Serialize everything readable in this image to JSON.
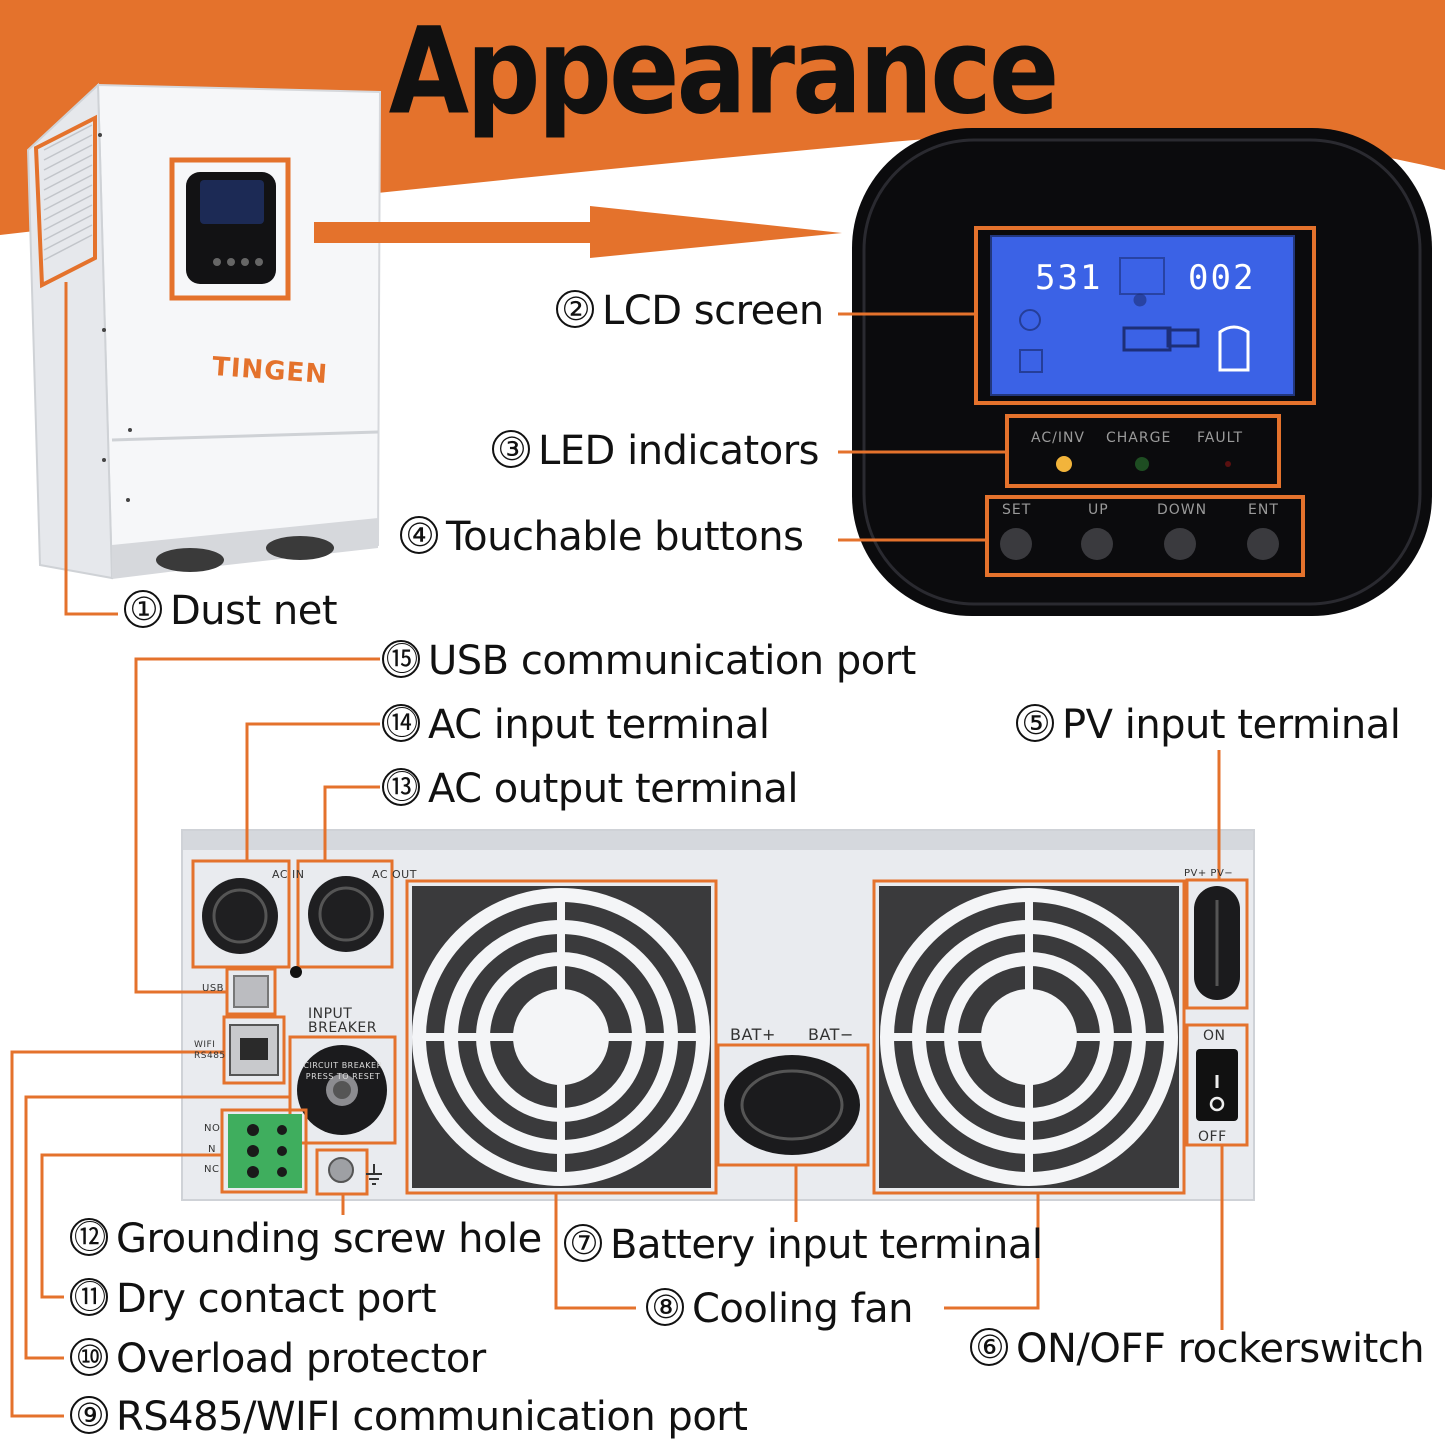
{
  "title": "Appearance",
  "brand": "TINGEN",
  "colors": {
    "accent": "#e4722c",
    "panel": "#0b0b0d",
    "lcd": "#3b62e6",
    "device": "#f4f5f7"
  },
  "lcd": {
    "left_reading": "531",
    "right_reading": "002"
  },
  "led_indicators": [
    "AC/INV",
    "CHARGE",
    "FAULT"
  ],
  "buttons": [
    "SET",
    "UP",
    "DOWN",
    "ENT"
  ],
  "rear_panel": {
    "ac_in": "AC IN",
    "ac_out": "AC OUT",
    "usb": "USB",
    "wifi_rs485": "WIFI RS485",
    "input_breaker": "INPUT BREAKER",
    "breaker_ring": "CIRCUIT BREAKER PRESS TO RESET",
    "dry_contact": [
      "NO",
      "N",
      "NC"
    ],
    "bat_plus": "BAT+",
    "bat_minus": "BAT−",
    "pv": "PV+  PV−",
    "switch_on": "ON",
    "switch_off": "OFF"
  },
  "callouts": [
    {
      "num": "①",
      "text": "Dust net"
    },
    {
      "num": "②",
      "text": "LCD screen"
    },
    {
      "num": "③",
      "text": "LED indicators"
    },
    {
      "num": "④",
      "text": "Touchable buttons"
    },
    {
      "num": "⑤",
      "text": "PV input terminal"
    },
    {
      "num": "⑥",
      "text": "ON/OFF rockerswitch"
    },
    {
      "num": "⑦",
      "text": "Battery input terminal"
    },
    {
      "num": "⑧",
      "text": "Cooling fan"
    },
    {
      "num": "⑨",
      "text": "RS485/WIFI communication port"
    },
    {
      "num": "⑩",
      "text": "Overload protector"
    },
    {
      "num": "⑪",
      "text": "Dry contact port"
    },
    {
      "num": "⑫",
      "text": "Grounding screw hole"
    },
    {
      "num": "⑬",
      "text": "AC output terminal"
    },
    {
      "num": "⑭",
      "text": "AC input terminal"
    },
    {
      "num": "⑮",
      "text": "USB communication port"
    }
  ]
}
